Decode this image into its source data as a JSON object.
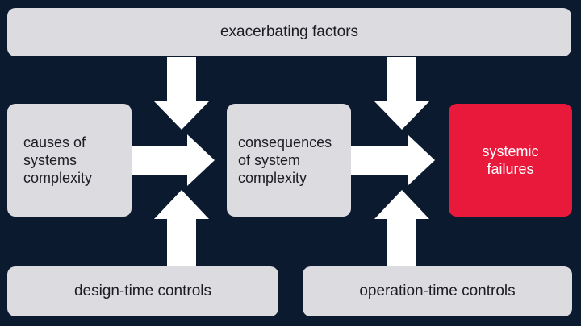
{
  "diagram": {
    "nodes": {
      "exacerbating_factors": "exacerbating factors",
      "causes": "causes of\nsystems\ncomplexity",
      "consequences": "consequences\nof system\ncomplexity",
      "systemic_failures": "systemic\nfailures",
      "design_time_controls": "design-time controls",
      "operation_time_controls": "operation-time controls"
    },
    "edges": [
      {
        "from": "causes",
        "to": "consequences"
      },
      {
        "from": "consequences",
        "to": "systemic_failures"
      },
      {
        "from": "exacerbating_factors",
        "to": "consequences"
      },
      {
        "from": "exacerbating_factors",
        "to": "systemic_failures"
      },
      {
        "from": "design_time_controls",
        "to": "consequences"
      },
      {
        "from": "operation_time_controls",
        "to": "systemic_failures"
      }
    ],
    "colors": {
      "background": "#0b1a2f",
      "box": "#dcdbe0",
      "arrow": "#ffffff",
      "highlight": "#e8193a",
      "text": "#1c1c22"
    }
  }
}
